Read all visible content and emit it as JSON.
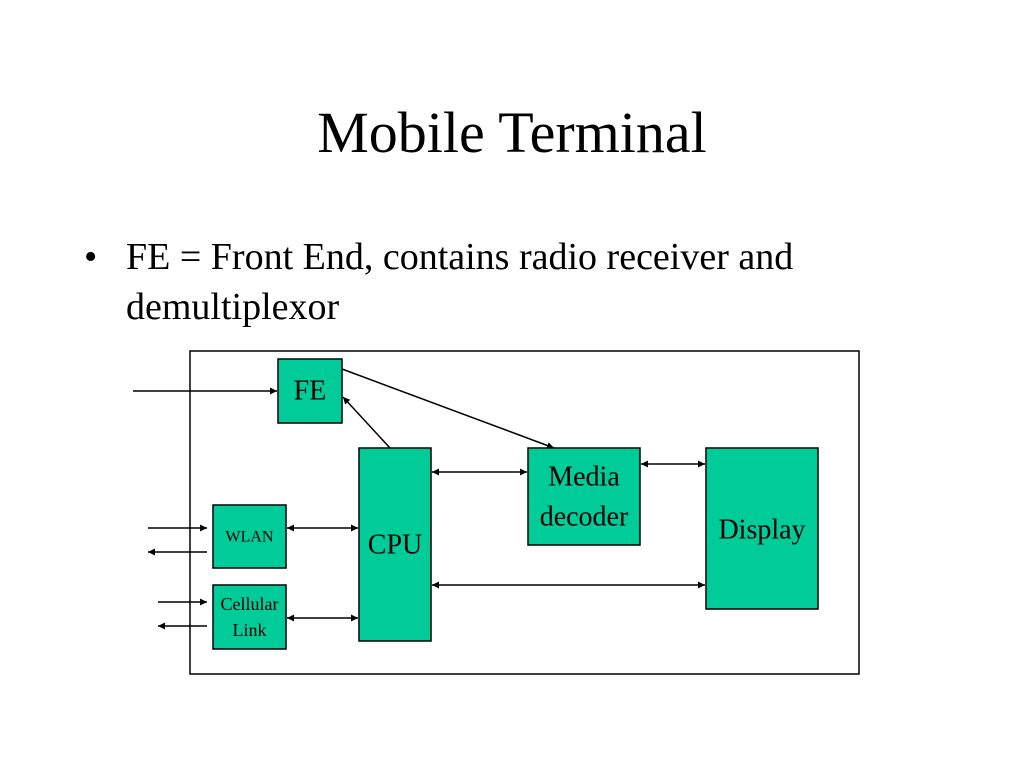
{
  "slide": {
    "title": "Mobile Terminal",
    "bullets": [
      {
        "marker": "•",
        "text": "FE = Front End, contains radio receiver and demultiplexor"
      }
    ]
  },
  "diagram": {
    "block_color": "#00CC99",
    "frame_color": "#000000",
    "blocks": {
      "fe": "FE",
      "cpu": "CPU",
      "media_line1": "Media",
      "media_line2": "decoder",
      "display": "Display",
      "wlan": "WLAN",
      "cellular_line1": "Cellular",
      "cellular_line2": "Link"
    }
  }
}
